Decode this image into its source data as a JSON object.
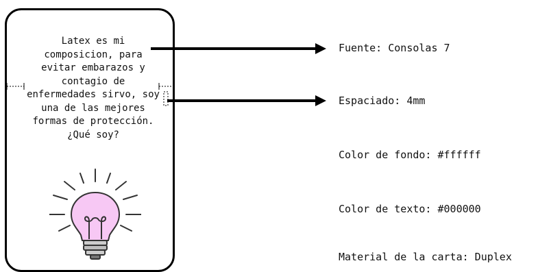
{
  "card": {
    "lines": [
      "Latex es mi",
      "composicion, para",
      "evitar embarazos y",
      "contagio de",
      "enfermedades sirvo, soy",
      "una de las mejores",
      "formas de protección.",
      "¿Qué soy?"
    ],
    "icon": "lightbulb-icon",
    "bulb_color": "#f7c8f4"
  },
  "specs": [
    "Fuente: Consolas 7",
    "Espaciado: 4mm",
    "Color de fondo: #ffffff",
    "Color de texto: #000000",
    "Material de la carta: Duplex"
  ]
}
